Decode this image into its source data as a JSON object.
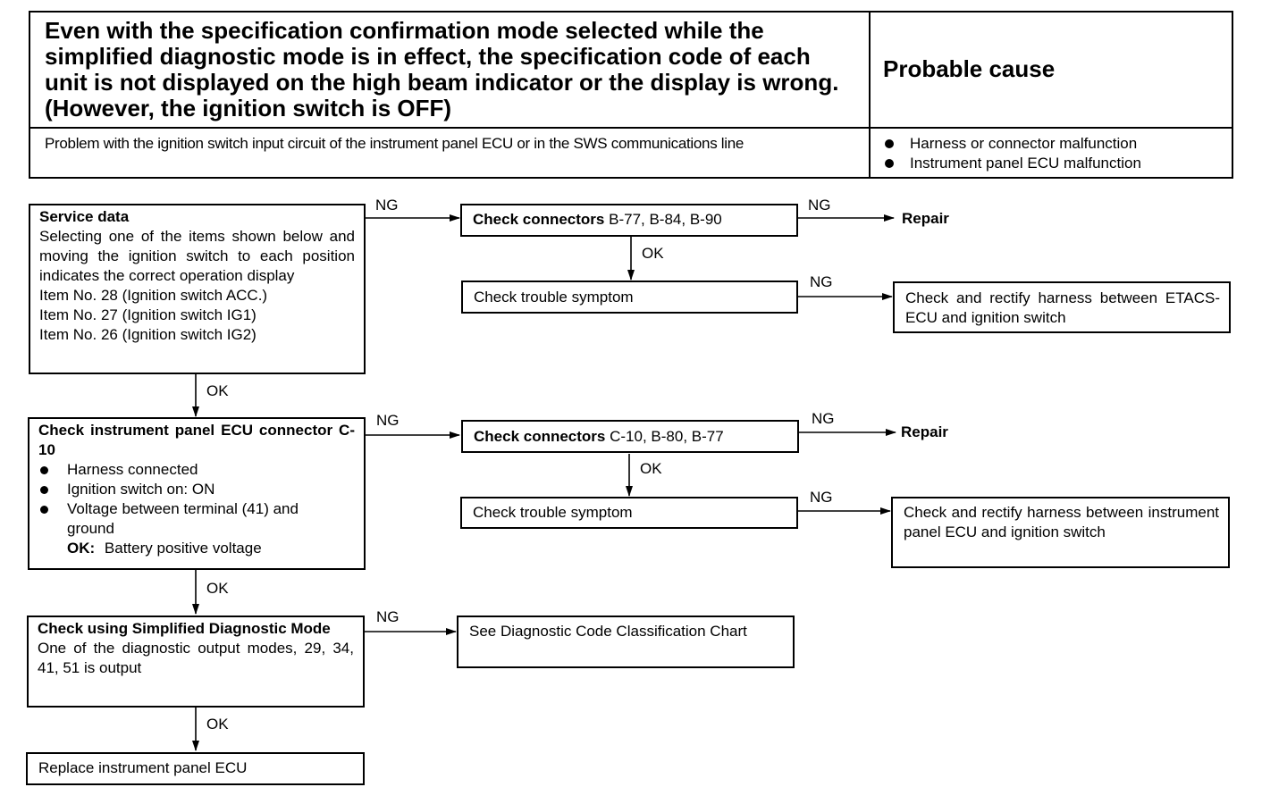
{
  "header": {
    "symptom": "Even with the specification confirmation mode selected while the simplified diagnostic mode is in effect, the specification code of each unit is not displayed on the high beam indicator or the display is wrong. (However, the ignition switch is OFF)",
    "cause_heading": "Probable cause",
    "problem": "Problem with the ignition switch input circuit of the instrument panel ECU or in the SWS communications line",
    "causes": [
      "Harness or connector malfunction",
      "Instrument panel ECU malfunction"
    ]
  },
  "flow": {
    "service_data": {
      "title": "Service data",
      "text": "Selecting one of the items shown below and moving the ignition switch to each position indicates the correct operation display",
      "items": [
        "Item No. 28 (Ignition switch ACC.)",
        "Item No. 27 (Ignition switch IG1)",
        "Item No. 26 (Ignition switch IG2)"
      ]
    },
    "check_connectors_1": {
      "bold": "Check connectors",
      "rest": " B-77, B-84, B-90"
    },
    "repair_1": "Repair",
    "trouble_1": "Check trouble symptom",
    "rectify_1": "Check and rectify harness between ETACS-ECU and ignition switch",
    "check_ecu": {
      "title": "Check instrument panel ECU connector C-10",
      "bullets": [
        "Harness connected",
        "Ignition switch on: ON",
        "Voltage between terminal (41) and ground"
      ],
      "ok_label": "OK:",
      "ok_value": "Battery positive voltage"
    },
    "check_connectors_2": {
      "bold": "Check connectors",
      "rest": " C-10, B-80, B-77"
    },
    "repair_2": "Repair",
    "trouble_2": "Check trouble symptom",
    "rectify_2": "Check and rectify harness between instrument panel ECU and ignition switch",
    "check_diag": {
      "title": "Check using Simplified Diagnostic Mode",
      "text": "One of the diagnostic output modes, 29, 34, 41, 51 is output"
    },
    "see_chart": "See Diagnostic Code Classification Chart",
    "replace": "Replace instrument panel ECU",
    "labels": {
      "ng": "NG",
      "ok": "OK"
    }
  }
}
